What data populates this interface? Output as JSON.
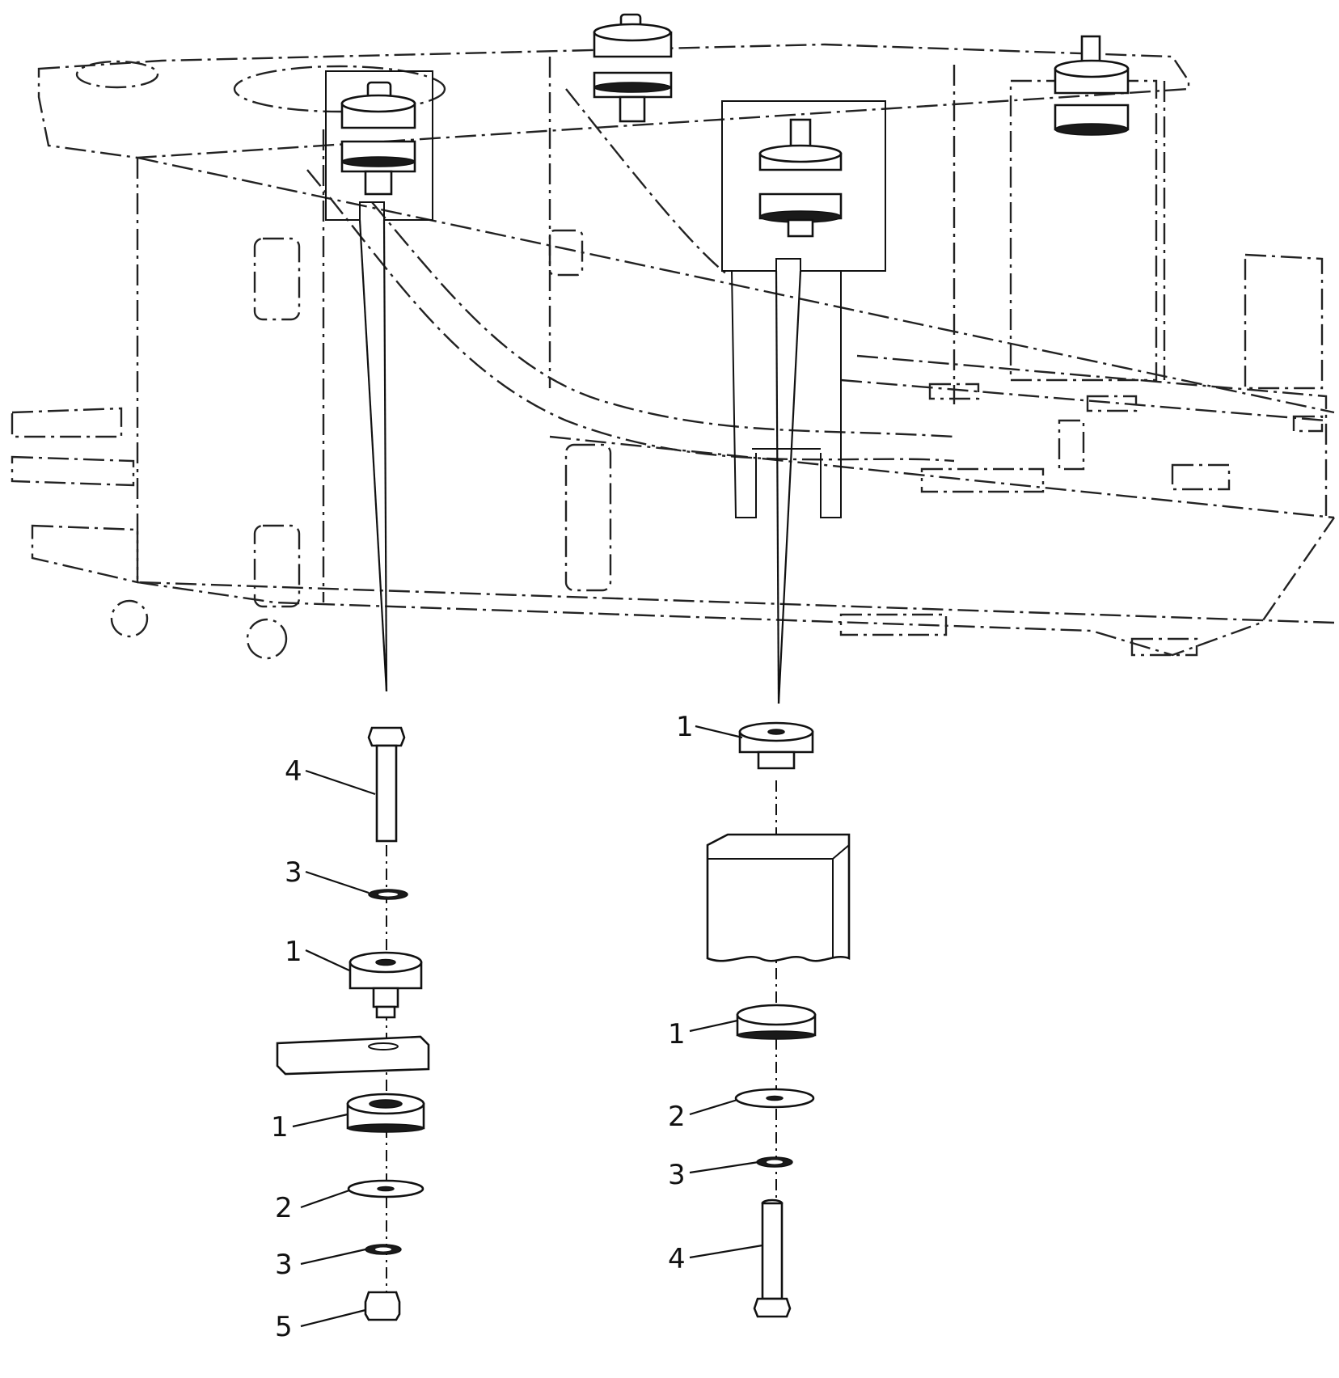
{
  "callouts": {
    "left": [
      {
        "label": "4"
      },
      {
        "label": "3"
      },
      {
        "label": "1"
      },
      {
        "label": "1"
      },
      {
        "label": "2"
      },
      {
        "label": "3"
      },
      {
        "label": "5"
      }
    ],
    "right": [
      {
        "label": "1"
      },
      {
        "label": "1"
      },
      {
        "label": "2"
      },
      {
        "label": "3"
      },
      {
        "label": "4"
      }
    ]
  }
}
